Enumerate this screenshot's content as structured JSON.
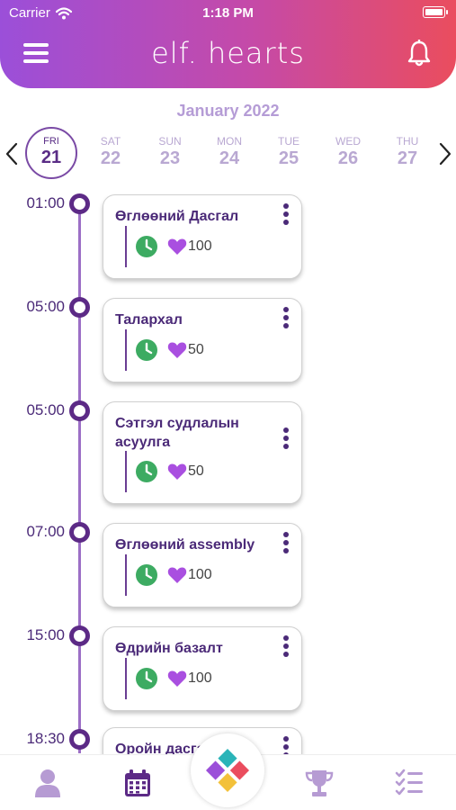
{
  "status_bar": {
    "carrier": "Carrier",
    "time": "1:18 PM"
  },
  "header": {
    "brand": "elf. hearts",
    "menu_icon": "menu-icon",
    "bell_icon": "bell-icon"
  },
  "calendar": {
    "month": "January 2022",
    "days": [
      {
        "dow": "FRI",
        "num": "21",
        "selected": true
      },
      {
        "dow": "SAT",
        "num": "22"
      },
      {
        "dow": "SUN",
        "num": "23"
      },
      {
        "dow": "MON",
        "num": "24"
      },
      {
        "dow": "TUE",
        "num": "25"
      },
      {
        "dow": "WED",
        "num": "26"
      },
      {
        "dow": "THU",
        "num": "27"
      }
    ]
  },
  "events": [
    {
      "time": "01:00",
      "title": "Өглөөний Дасгал",
      "points": "100"
    },
    {
      "time": "05:00",
      "title": "Талархал",
      "points": "50"
    },
    {
      "time": "05:00",
      "title": "Сэтгэл судлалын асуулга",
      "points": "50"
    },
    {
      "time": "07:00",
      "title": "Өглөөний assembly",
      "points": "100"
    },
    {
      "time": "15:00",
      "title": "Өдрийн базалт",
      "points": "100"
    },
    {
      "time": "18:30",
      "title": "Оройн дасгал",
      "points": ""
    }
  ],
  "bottom_nav": {
    "items": [
      "profile-icon",
      "calendar-icon",
      "home-logo-icon",
      "trophy-icon",
      "checklist-icon"
    ],
    "active": "calendar-icon"
  },
  "colors": {
    "primary": "#4b2a78",
    "gradient_start": "#9b4fd9",
    "gradient_end": "#ea4d5e",
    "clock_green": "#3dab62",
    "heart_purple": "#a94fe0"
  }
}
